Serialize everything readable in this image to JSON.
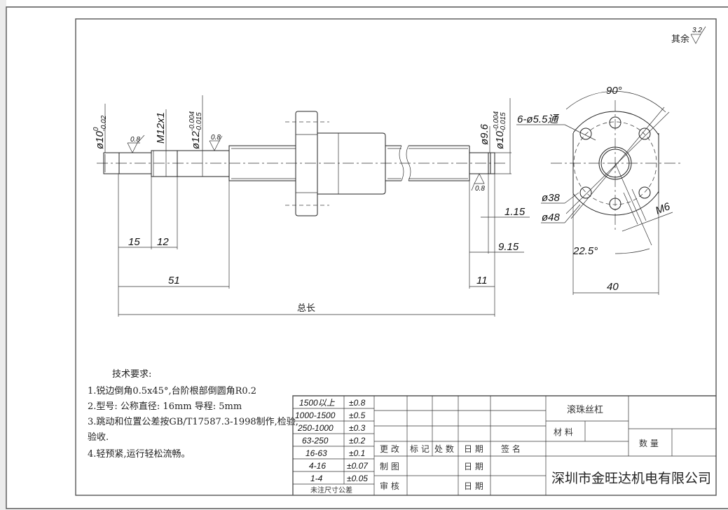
{
  "drawing": {
    "surface_note": {
      "label": "其余",
      "roughness": "3.2"
    },
    "left_shaft": {
      "dia1": "ø10",
      "dia1_upper": "0",
      "dia1_lower": "-0.02",
      "thread": "M12x1",
      "dia2": "ø12",
      "dia2_upper": "-0.004",
      "dia2_lower": "-0.015",
      "roughness1": "0.8",
      "roughness2": "0.8"
    },
    "right_shaft": {
      "dia_groove": "ø9.6",
      "dia_end": "ø10",
      "dia_end_upper": "-0.004",
      "dia_end_lower": "-0.015",
      "roughness": "0.8"
    },
    "dimensions": {
      "d15": "15",
      "d12": "12",
      "d51": "51",
      "total": "总长",
      "d1_15": "1.15",
      "d9_15": "9.15",
      "d11": "11"
    },
    "flange_view": {
      "angle": "90°",
      "holes": "6-ø5.5通",
      "pcd": "ø38",
      "outer": "ø48",
      "oil": "M6",
      "oil_angle": "22.5°",
      "width": "40"
    }
  },
  "tech_requirements": {
    "title": "技术要求:",
    "items": [
      "1.锐边倒角0.5x45°,台阶根部倒圆角R0.2",
      "2.型号: 公称直径: 16mm   导程: 5mm",
      "3.跳动和位置公差按GB/T17587.3-1998制作,检验,",
      "验收.",
      "4.轻预紧,运行轻松流畅。"
    ]
  },
  "title_block": {
    "tolerances": [
      {
        "range": "1500以上",
        "tol": "±0.8"
      },
      {
        "range": "1000-1500",
        "tol": "±0.5"
      },
      {
        "range": "250-1000",
        "tol": "±0.3"
      },
      {
        "range": "63-250",
        "tol": "±0.2"
      },
      {
        "range": "16-63",
        "tol": "±0.1"
      },
      {
        "range": "4-16",
        "tol": "±0.07"
      },
      {
        "range": "1-4",
        "tol": "±0.05"
      }
    ],
    "tolerance_caption": "未注尺寸公差",
    "revision_headers": [
      "更 改",
      "标 记",
      "处 数",
      "日 期",
      "签    名"
    ],
    "drawn_by": "制 图",
    "checked_by": "审 核",
    "date_label_1": "日 期",
    "date_label_2": "日 期",
    "part_name": "滚珠丝杠",
    "material_label": "材 料",
    "quantity_label": "数 量",
    "company": "深圳市金旺达机电有限公司"
  }
}
